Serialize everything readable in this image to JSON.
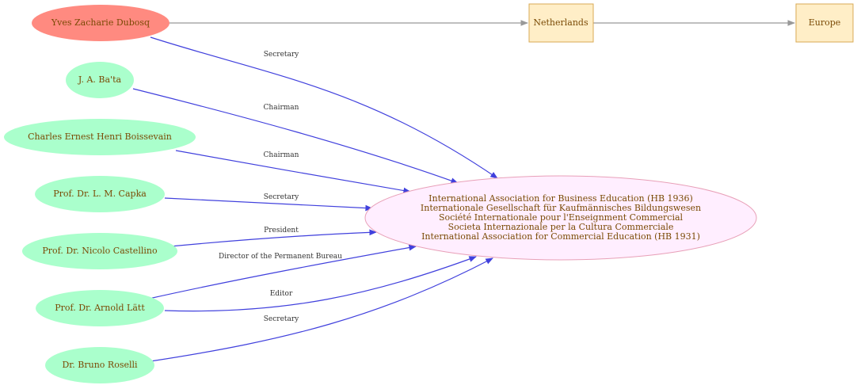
{
  "colors": {
    "person_fill": "#aaffcc",
    "highlight_fill": "#ff8a80",
    "place_fill": "#ffeec7",
    "place_stroke": "#d9aa55",
    "org_fill": "#ffeeff",
    "org_stroke": "#e8a0b8",
    "text": "#7a4a05",
    "edge_blue": "#4040dd",
    "edge_gray": "#999999"
  },
  "nodes": {
    "dubosq": {
      "label": "Yves Zacharie Dubosq"
    },
    "bata": {
      "label": "J. A. Ba'ta"
    },
    "boissevain": {
      "label": "Charles Ernest Henri Boissevain"
    },
    "capka": {
      "label": "Prof. Dr. L. M. Capka"
    },
    "castellino": {
      "label": "Prof. Dr. Nicolo Castellino"
    },
    "latt": {
      "label": "Prof. Dr. Arnold Lätt"
    },
    "roselli": {
      "label": "Dr. Bruno Roselli"
    },
    "netherlands": {
      "label": "Netherlands"
    },
    "europe": {
      "label": "Europe"
    },
    "org": {
      "lines": [
        "International Association for Business Education (HB 1936)",
        "Internationale Gesellschaft für Kaufmännisches Bildungswesen",
        "Société Internationale pour l'Enseignment Commercial",
        "Societa Internazionale per la Cultura Commerciale",
        "International Association for Commercial Education (HB 1931)"
      ]
    }
  },
  "edges": {
    "dubosq": "Secretary",
    "bata": "Chairman",
    "boissevain": "Chairman",
    "capka": "Secretary",
    "castellino": "President",
    "latt_director": "Director of the Permanent Bureau",
    "latt_editor": "Editor",
    "roselli": "Secretary"
  }
}
